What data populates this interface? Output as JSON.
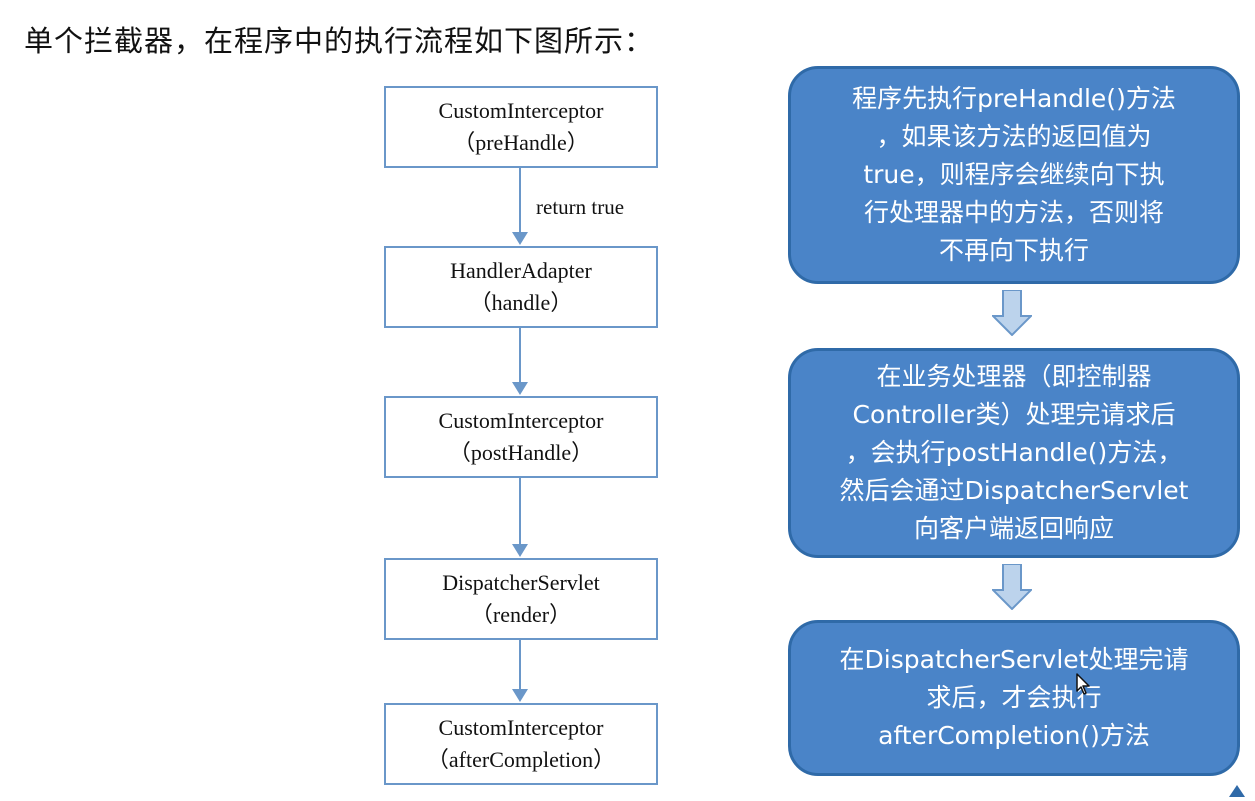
{
  "page_title": "单个拦截器，在程序中的执行流程如下图所示：",
  "flow": {
    "steps": [
      {
        "name": "CustomInterceptor",
        "method": "（preHandle）"
      },
      {
        "name": "HandlerAdapter",
        "method": "（handle）"
      },
      {
        "name": "CustomInterceptor",
        "method": "（postHandle）"
      },
      {
        "name": "DispatcherServlet",
        "method": "（render）"
      },
      {
        "name": "CustomInterceptor",
        "method": "（afterCompletion）"
      }
    ],
    "return_label": "return true"
  },
  "notes": [
    {
      "lines": [
        "程序先执行preHandle()方法",
        "，如果该方法的返回值为",
        "true，则程序会继续向下执",
        "行处理器中的方法，否则将",
        "不再向下执行"
      ]
    },
    {
      "lines": [
        "在业务处理器（即控制器",
        "Controller类）处理完请求后",
        "，会执行postHandle()方法，",
        "然后会通过DispatcherServlet",
        "向客户端返回响应"
      ]
    },
    {
      "lines": [
        "在DispatcherServlet处理完请",
        "求后，才会执行",
        "afterCompletion()方法"
      ]
    }
  ],
  "colors": {
    "note_fill": "#4a84c8",
    "note_border": "#2f6aa8",
    "flow_border": "#6a97c9",
    "block_arrow_fill": "#bcd3ec"
  }
}
